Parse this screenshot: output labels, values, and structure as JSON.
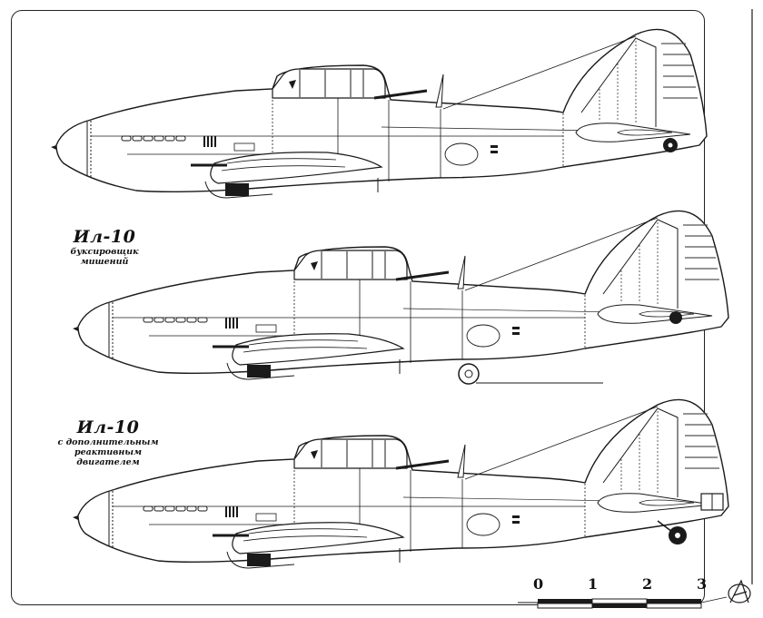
{
  "figure": {
    "type": "technical-drawing",
    "subject": "Ил-10 side-view variants",
    "line_color": "#1a1a1a",
    "background": "#ffffff"
  },
  "profiles": [
    {
      "id": "top",
      "title": "",
      "subtitle": []
    },
    {
      "id": "middle",
      "title": "Ил-10",
      "subtitle": [
        "буксировщик мишений"
      ]
    },
    {
      "id": "bottom",
      "title": "Ил-10",
      "subtitle": [
        "с дополнительным",
        "реактивным двигателем"
      ]
    }
  ],
  "scale_bar": {
    "ticks": [
      "0",
      "1",
      "2",
      "3"
    ],
    "unit": "m"
  },
  "signature": "A"
}
